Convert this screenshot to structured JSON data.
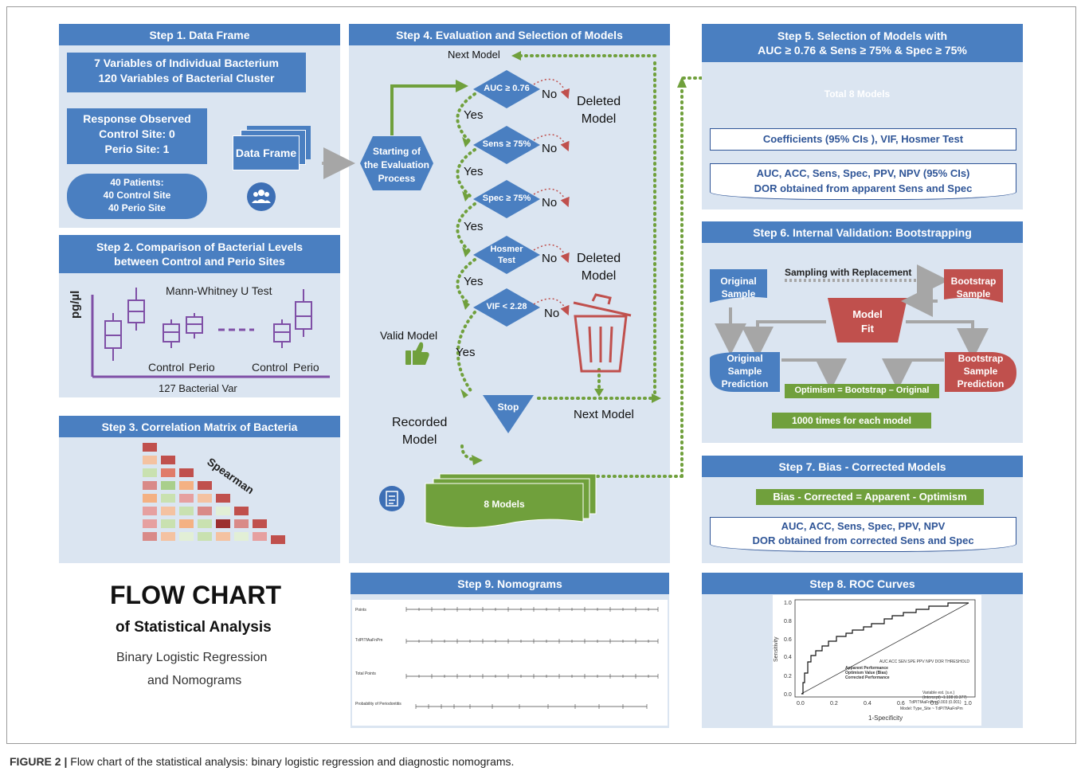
{
  "step1": {
    "title": "Step 1. Data Frame",
    "vars_line1": "7 Variables of Individual Bacterium",
    "vars_line2": "120 Variables of Bacterial Cluster",
    "resp_line1": "Response Observed",
    "resp_line2": "Control Site: 0",
    "resp_line3": "Perio Site: 1",
    "pat_line1": "40 Patients:",
    "pat_line2": "40 Control Site",
    "pat_line3": "40 Perio Site",
    "data_frame": "Data Frame"
  },
  "step2": {
    "title_line1": "Step 2. Comparison of Bacterial Levels",
    "title_line2": "between Control and Perio Sites",
    "test": "Mann-Whitney U Test",
    "ylabel": "pg/µl",
    "xlabel": "127 Bacterial Var",
    "control1": "Control",
    "perio1": "Perio",
    "control2": "Control",
    "perio2": "Perio"
  },
  "step3": {
    "title": "Step 3. Correlation Matrix of Bacteria",
    "label": "Spearman"
  },
  "flow_title": {
    "main": "FLOW CHART",
    "sub": "of Statistical Analysis",
    "line1": "Binary Logistic Regression",
    "line2": "and Nomograms"
  },
  "step4": {
    "title": "Step 4. Evaluation and Selection of Models",
    "next_model_top": "Next Model",
    "start_line1": "Starting of",
    "start_line2": "the Evaluation",
    "start_line3": "Process",
    "d1": "AUC  ≥ 0.76",
    "d2": "Sens  ≥ 75%",
    "d3": "Spec  ≥ 75%",
    "d4_line1": "Hosmer",
    "d4_line2": "Test",
    "d5": "VIF < 2.28",
    "no": "No",
    "yes": "Yes",
    "deleted_line1": "Deleted",
    "deleted_line2": "Model",
    "valid": "Valid Model",
    "recorded_line1": "Recorded",
    "recorded_line2": "Model",
    "stop": "Stop",
    "next_model_bottom": "Next Model",
    "models": "8 Models"
  },
  "step5": {
    "title_line1": "Step 5. Selection of Models with",
    "title_line2": "AUC ≥ 0.76 & Sens ≥ 75% & Spec ≥ 75%",
    "total": "Total  8 Models",
    "box1": "Coefficients (95% CIs ),  VIF, Hosmer Test",
    "box2_line1": "AUC, ACC, Sens, Spec, PPV, NPV (95% CIs)",
    "box2_line2": "DOR obtained from apparent Sens and Spec"
  },
  "step6": {
    "title": "Step 6. Internal Validation: Bootstrapping",
    "sampling": "Sampling with  Replacement",
    "orig_line1": "Original",
    "orig_line2": "Sample",
    "boot_line1": "Bootstrap",
    "boot_line2": "Sample",
    "fit_line1": "Model",
    "fit_line2": "Fit",
    "op_line1": "Original",
    "op_line2": "Sample",
    "op_line3": "Prediction",
    "bp_line1": "Bootstrap",
    "bp_line2": "Sample",
    "bp_line3": "Prediction",
    "optimism": "Optimism = Bootstrap – Original",
    "times": "1000 times for each model"
  },
  "step7": {
    "title": "Step 7. Bias - Corrected Models",
    "formula": "Bias - Corrected = Apparent - Optimism",
    "box_line1": "AUC, ACC, Sens, Spec, PPV, NPV",
    "box_line2": "DOR obtained from corrected Sens and Spec"
  },
  "step8": {
    "title": "Step 8. ROC Curves",
    "xlabel": "1-Specificity",
    "ylabel": "Sensitivity",
    "ticks": [
      "0.0",
      "0.2",
      "0.4",
      "0.6",
      "0.8",
      "1.0"
    ],
    "table_header": "AUC   ACC   SEN   SPE   PPV   NPV   DOR   THRESHOLD",
    "row1": "Apparent Performance",
    "row2": "Optimism Value (Bias)",
    "row3": "Corrected Performance",
    "coef_header": "Variable       est.      (s.e.)",
    "coef1": "(Intercept)  -1.108   (0.377)",
    "coef2": "TdPITfAaFnPm   0.003   (0.001)",
    "model": "Model:  Type_Site ~ TdPITfAaFnPm"
  },
  "step9": {
    "title": "Step 9. Nomograms",
    "row1": "Points",
    "row2": "TdPITfAaFnPm",
    "row3": "Total Points",
    "row4": "Probability of Periodontitis"
  },
  "caption": {
    "label": "FIGURE 2 |",
    "text": " Flow chart of the statistical analysis: binary logistic regression and diagnostic nomograms."
  },
  "colors": {
    "panel_bg": "#dbe5f1",
    "header_blue": "#4a7fc1",
    "green": "#70a03c",
    "red": "#c0504d",
    "purple": "#7f4fa6",
    "dark_blue": "#2f5597"
  }
}
